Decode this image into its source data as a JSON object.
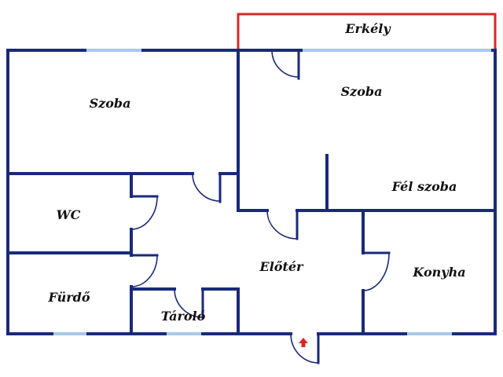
{
  "colors": {
    "wall": "#1a2a7a",
    "balcony": "#d62828",
    "window": "#a8c8e8",
    "entry_arrow": "#d62828"
  },
  "rooms": {
    "balcony": "Erkély",
    "room_left": "Szoba",
    "room_right": "Szoba",
    "half_room": "Fél szoba",
    "wc": "WC",
    "hallway": "Előtér",
    "kitchen": "Konyha",
    "bathroom": "Fürdő",
    "storage": "Tároló"
  },
  "icons": {
    "entrance": "entrance-arrow-icon"
  }
}
